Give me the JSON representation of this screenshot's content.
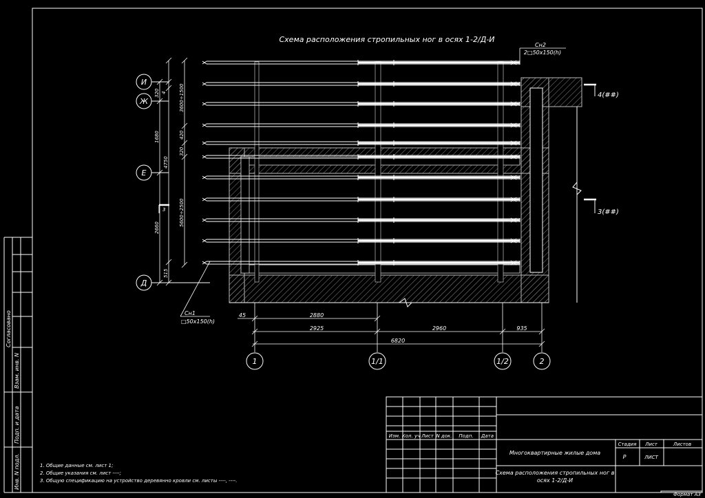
{
  "title": "Схема расположения стропильных ног в осях 1-2/Д-И",
  "beams": {
    "top_label_1": "Сн2",
    "top_label_2": "2□50х150(h)",
    "bottom_label_1": "Сн1",
    "bottom_label_2": "□50х150(h)"
  },
  "section_marks": {
    "upper": "4(##)",
    "lower": "3(##)"
  },
  "axes_rows": {
    "I": "И",
    "Zh": "Ж",
    "E": "Е",
    "D": "Д"
  },
  "axes_cols": {
    "c1": "1",
    "c11": "1/1",
    "c12": "1/2",
    "c2": "2"
  },
  "dims_left": {
    "d320a": "320",
    "d4": "4",
    "d1680": "1680",
    "d4750": "4750",
    "d2660": "2660",
    "d515": "515",
    "d3": "3"
  },
  "dims_spacing": {
    "s1": "3600÷1500",
    "s2": "420",
    "s3": "320",
    "s4": "5600÷2500"
  },
  "dims_bottom": {
    "b45": "45",
    "b2880": "2880",
    "b2925": "2925",
    "b2960": "2960",
    "b935": "935",
    "b6820": "6820"
  },
  "notes": [
    "1.  Общие данные см. лист 1;",
    "2.  Общие указания см. лист ----;",
    "3.  Общую спецификацию на устройство деревянно кровли см. листы ----, ----."
  ],
  "stamp": {
    "cols": [
      "Изм.",
      "Кол. уч",
      "Лист",
      "N док.",
      "Подп.",
      "Дата"
    ],
    "project": "Многоквартирные жилые дома",
    "sheet_title_1": "Схема расположения стропильных ног в",
    "sheet_title_2": "осях 1-2/Д-И",
    "stage_h": "Стадия",
    "sheet_h": "Лист",
    "sheets_h": "Листов",
    "stage_v": "Р",
    "sheet_v": "ЛИСТ"
  },
  "side_labels": {
    "agreed": "Согласовано",
    "swap_inv": "Взам. инв. N",
    "sign_date": "Подп. и дата",
    "inv_orig": "Инв. N подл."
  },
  "format": "Формат А3"
}
